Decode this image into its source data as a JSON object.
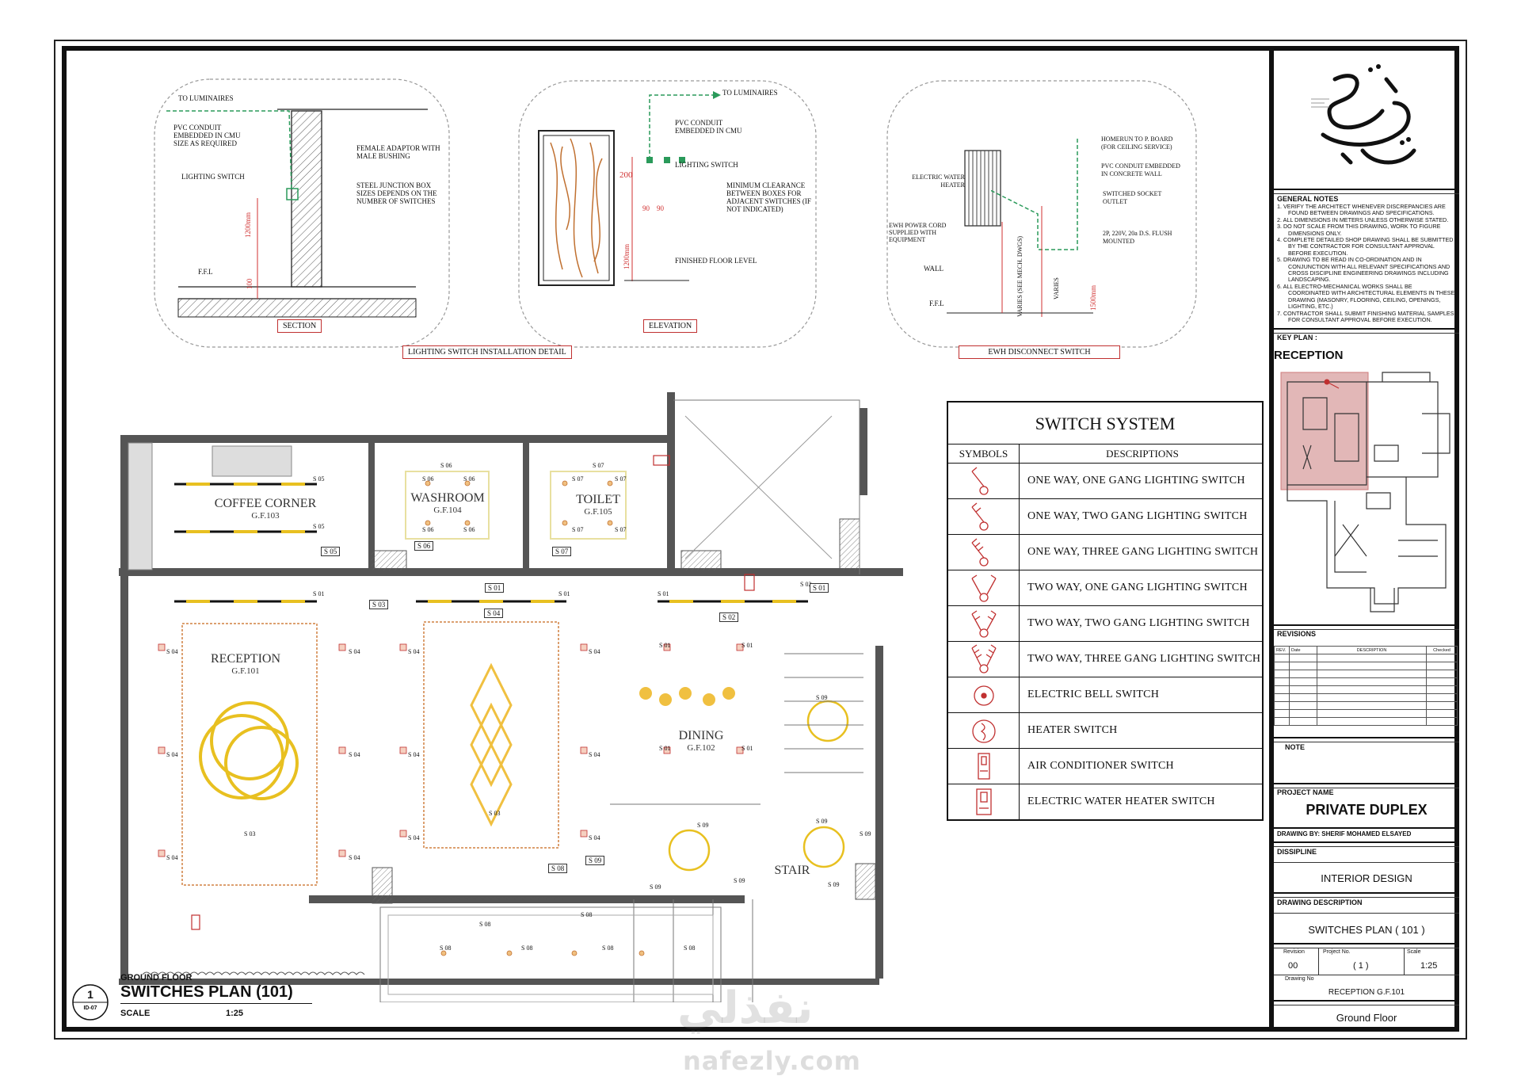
{
  "title_block": {
    "general_notes_label": "GENERAL NOTES",
    "notes": [
      "1.   VERIFY THE ARCHITECT WHENEVER DISCREPANCIES ARE FOUND BETWEEN DRAWINGS AND SPECIFICATIONS.",
      "2.   ALL DIMENSIONS IN METERS UNLESS OTHERWISE STATED.",
      "3.   DO NOT SCALE FROM THIS DRAWING, WORK TO FIGURE DIMENSIONS ONLY.",
      "4.   COMPLETE DETAILED SHOP DRAWING SHALL BE SUBMITTED BY THE CONTRACTOR FOR CONSULTANT APPROVAL BEFORE EXECUTION.",
      "5.   DRAWING TO BE READ IN CO-ORDINATION AND IN CONJUNCTION WITH ALL RELEVANT SPECIFICATIONS AND CROSS DISCIPLINE ENGINEERING DRAWINGS INCLUDING LANDSCAPING.",
      "6.   ALL ELECTRO-MECHANICAL WORKS SHALL BE COORDINATED WITH ARCHITECTURAL ELEMENTS IN THESE DRAWING (MASONRY, FLOORING, CEILING, OPENINGS, LIGHTING, ETC.)",
      "7.   CONTRACTOR SHALL SUBMIT FINISHING MATERIAL SAMPLES FOR CONSULTANT APPROVAL BEFORE EXECUTION."
    ],
    "key_plan_label": "KEY PLAN :",
    "key_plan_title": "RECEPTION",
    "revisions_label": "REVISIONS",
    "rev_headers": [
      "REV.",
      "Date",
      "DESCRIPTION",
      "Checked"
    ],
    "note_label": "NOTE",
    "project_name_label": "PROJECT NAME",
    "project_name": "PRIVATE DUPLEX",
    "drawing_by": "DRAWING BY:  SHERIF MOHAMED ELSAYED",
    "discipline_label": "DISSIPLINE",
    "discipline": "INTERIOR DESIGN",
    "drawing_description_label": "DRAWING DESCRIPTION",
    "drawing_description": "SWITCHES PLAN ( 101 )",
    "revision_label": "Revision",
    "project_no_label": "Project No.",
    "scale_label": "Scale",
    "revision_value": "00",
    "project_no_value": "( 1 )",
    "scale_value": "1:25",
    "drawing_no_label": "Drawing No",
    "drawing_no_value": "RECEPTION G.F.101",
    "floor": "Ground Floor"
  },
  "legend": {
    "title": "SWITCH SYSTEM",
    "col_symbols": "SYMBOLS",
    "col_descriptions": "DESCRIPTIONS",
    "items": [
      {
        "icon": "one-way-one-gang-switch-icon",
        "label": "ONE WAY, ONE GANG LIGHTING SWITCH"
      },
      {
        "icon": "one-way-two-gang-switch-icon",
        "label": "ONE WAY, TWO GANG LIGHTING SWITCH"
      },
      {
        "icon": "one-way-three-gang-switch-icon",
        "label": "ONE WAY, THREE GANG LIGHTING SWITCH"
      },
      {
        "icon": "two-way-one-gang-switch-icon",
        "label": "TWO WAY, ONE GANG LIGHTING SWITCH"
      },
      {
        "icon": "two-way-two-gang-switch-icon",
        "label": "TWO WAY, TWO GANG LIGHTING SWITCH"
      },
      {
        "icon": "two-way-three-gang-switch-icon",
        "label": "TWO WAY, THREE GANG LIGHTING SWITCH"
      },
      {
        "icon": "bell-switch-icon",
        "label": "ELECTRIC BELL SWITCH"
      },
      {
        "icon": "heater-switch-icon",
        "label": "HEATER SWITCH"
      },
      {
        "icon": "ac-switch-icon",
        "label": "AIR CONDITIONER SWITCH"
      },
      {
        "icon": "water-heater-switch-icon",
        "label": "ELECTRIC WATER HEATER SWITCH"
      }
    ]
  },
  "details": {
    "section": {
      "label": "SECTION",
      "to_luminaires": "TO LUMINAIRES",
      "pvc": "PVC CONDUIT EMBEDDED IN CMU SIZE AS REQUIRED",
      "female": "FEMALE ADAPTOR WITH MALE BUSHING",
      "lighting_switch": "LIGHTING SWITCH",
      "steel_box": "STEEL JUNCTION BOX SIZES DEPENDS ON THE NUMBER OF SWITCHES",
      "ffl": "F.F.L",
      "dim1": "1200mm",
      "dim2": "100"
    },
    "elevation": {
      "label": "ELEVATION",
      "to_luminaires": "TO LUMINAIRES",
      "pvc": "PVC CONDUIT EMBEDDED IN CMU",
      "lighting_switch": "LIGHTING SWITCH",
      "min_clear": "MINIMUM CLEARANCE BETWEEN BOXES FOR ADJACENT SWITCHES (IF NOT INDICATED)",
      "ffl": "FINISHED FLOOR LEVEL",
      "dim200": "200",
      "dim90a": "90",
      "dim90b": "90",
      "dim1200": "1200mm"
    },
    "install_label": "LIGHTING SWITCH INSTALLATION DETAIL",
    "ewh": {
      "label": "EWH DISCONNECT SWITCH",
      "homerun": "HOMERUN TO P. BOARD (FOR CEILING SERVICE)",
      "heater": "ELECTRIC WATER HEATER",
      "pvc": "PVC CONDUIT EMBEDDED IN CONCRETE WALL",
      "socket": "SWITCHED SOCKET OUTLET",
      "cord": "EWH POWER CORD SUPPLIED WITH EQUIPMENT",
      "dp": "2P, 220V, 20a D.S. FLUSH MOUNTED",
      "wall": "WALL",
      "ffl": "F.F.L",
      "varies1": "VARIES (SEE MECH. DWGS)",
      "varies2": "VARIES",
      "dim": "1500mm"
    }
  },
  "plan": {
    "rooms": [
      {
        "name": "COFFEE CORNER",
        "code": "G.F.103"
      },
      {
        "name": "WASHROOM",
        "code": "G.F.104"
      },
      {
        "name": "TOILET",
        "code": "G.F.105"
      },
      {
        "name": "RECEPTION",
        "code": "G.F.101"
      },
      {
        "name": "DINING",
        "code": "G.F.102"
      },
      {
        "name": "STAIR",
        "code": ""
      }
    ],
    "tags": [
      "S 05",
      "S 06",
      "S 07",
      "S 03",
      "S 04",
      "S 01",
      "S 01",
      "S 02",
      "S 08",
      "S 09"
    ],
    "labels": [
      "S 05",
      "S 05",
      "S 06",
      "S 06",
      "S 06",
      "S 06",
      "S 06",
      "S 07",
      "S 07",
      "S 07",
      "S 07",
      "S 07",
      "S 01",
      "S 01",
      "S 01",
      "S 01",
      "S 02",
      "S 04",
      "S 04",
      "S 04",
      "S 04",
      "S 04",
      "S 04",
      "S 04",
      "S 04",
      "S 04",
      "S 04",
      "S 04",
      "S 04",
      "S 04",
      "S 03",
      "S 03",
      "S 01",
      "S 01",
      "S 01",
      "S 01",
      "S 09",
      "S 09",
      "S 09",
      "S 09",
      "S 09",
      "S 09",
      "S 09",
      "S 08",
      "S 08",
      "S 08",
      "S 08",
      "S 08",
      "S 08"
    ]
  },
  "footer": {
    "number": "1",
    "sheet": "ID-07",
    "floor": "GROUND FLOOR",
    "title": "SWITCHES PLAN (101)",
    "scale_label": "SCALE",
    "scale_value": "1:25"
  },
  "watermark": {
    "arabic": "نفذلي",
    "latin": "nafezly.com"
  }
}
